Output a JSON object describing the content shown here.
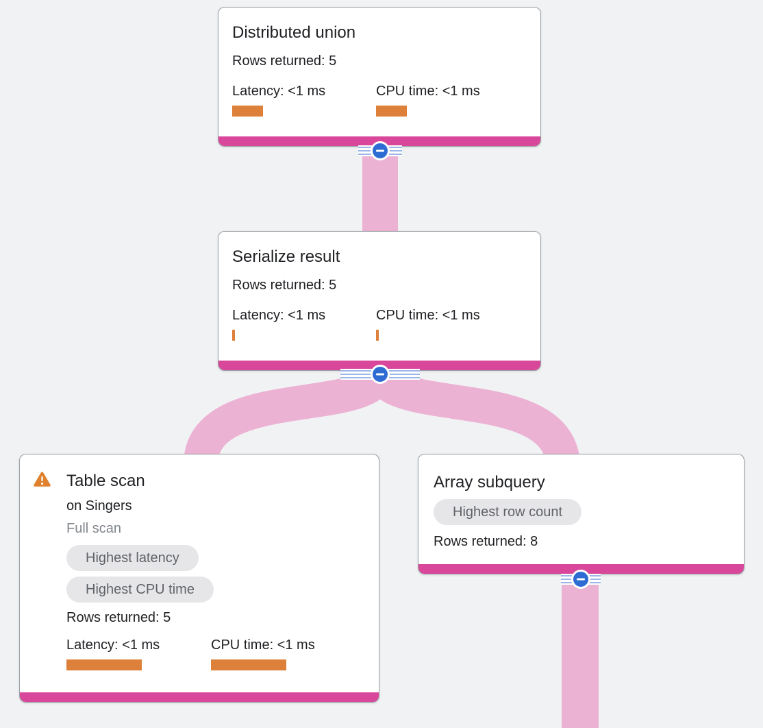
{
  "diagram": {
    "type": "query-plan-tree",
    "background_color": "#f1f2f4",
    "node_footer_pink": "#d8479a",
    "connector_pink": "#ecb2d4",
    "metric_bar_orange": "#dd8039",
    "collapse_button_blue": "#2e6bd2"
  },
  "collapse_button": {
    "symbol": "minus"
  },
  "nodes": [
    {
      "id": "distributed-union",
      "title": "Distributed union",
      "rows_returned": "Rows returned: 5",
      "latency_label": "Latency: <1 ms",
      "cpu_label": "CPU time: <1 ms",
      "latency_bar_css": "width:45px",
      "cpu_bar_css": "width:45px"
    },
    {
      "id": "serialize-result",
      "title": "Serialize result",
      "rows_returned": "Rows returned: 5",
      "latency_label": "Latency: <1 ms",
      "cpu_label": "CPU time: <1 ms",
      "latency_bar_css": "width:4px",
      "cpu_bar_css": "width:4px"
    },
    {
      "id": "table-scan",
      "title": "Table scan",
      "subtitle": "on Singers",
      "scan_type": "Full scan",
      "warning_icon": "warning-triangle-icon",
      "badges": [
        "Highest latency",
        "Highest CPU time"
      ],
      "rows_returned": "Rows returned: 5",
      "latency_label": "Latency: <1 ms",
      "cpu_label": "CPU time: <1 ms",
      "latency_bar_css": "width:110px",
      "cpu_bar_css": "width:110px"
    },
    {
      "id": "array-subquery",
      "title": "Array subquery",
      "badges": [
        "Highest row count"
      ],
      "rows_returned": "Rows returned: 8"
    }
  ]
}
